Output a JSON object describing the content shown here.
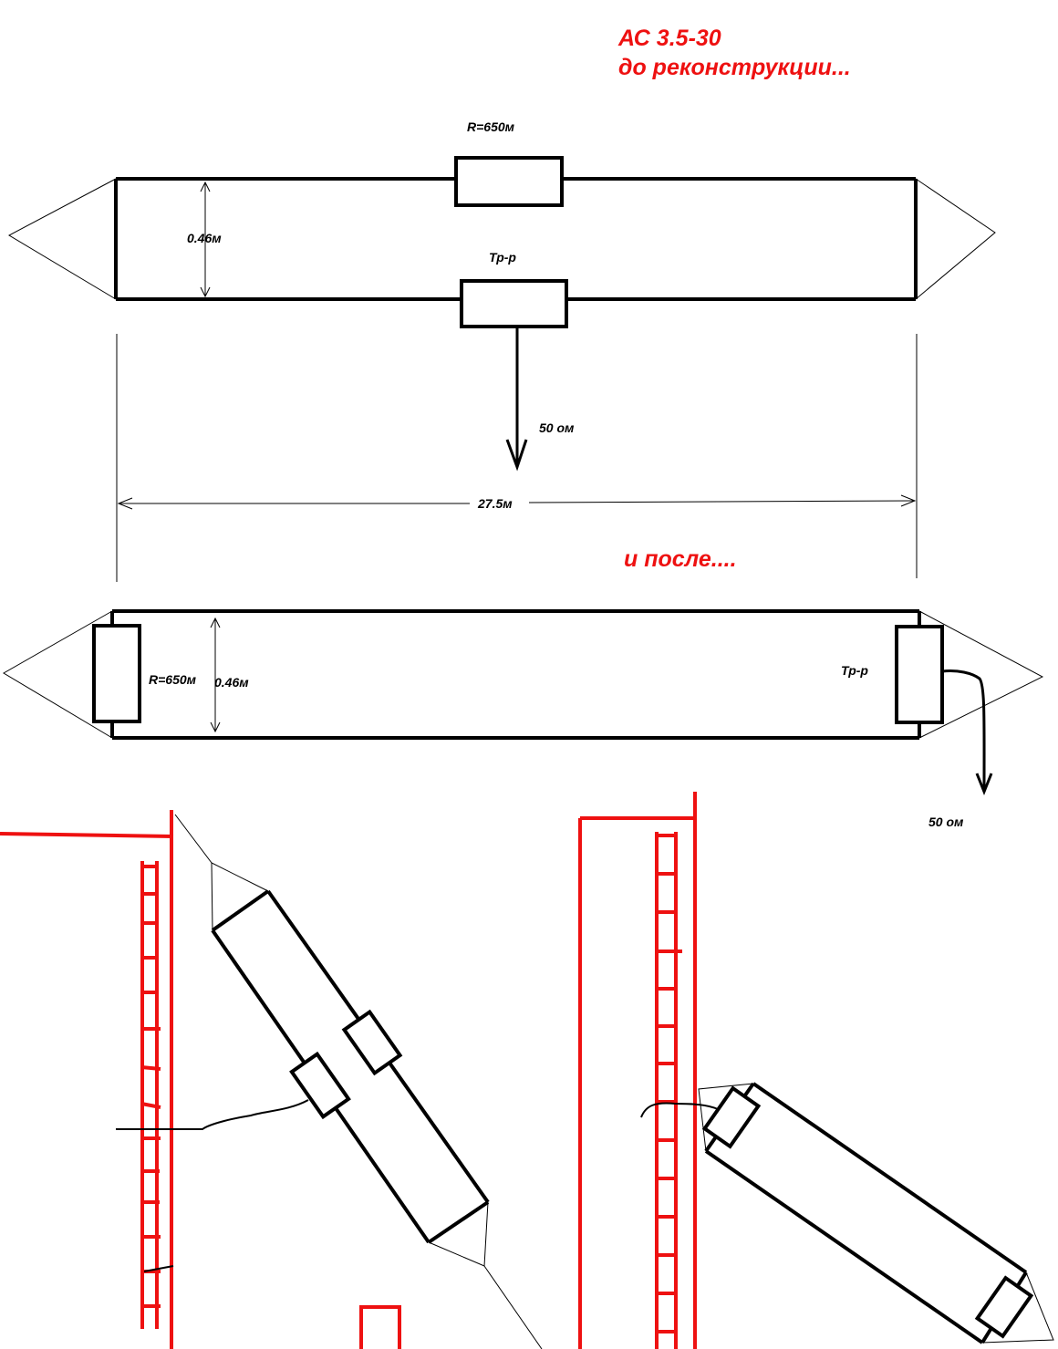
{
  "title": {
    "line1": "АС 3.5-30",
    "line2": "до реконструкции..."
  },
  "before": {
    "resistor_label": "R=650м",
    "transformer_label": "Тр-р",
    "width_label": "0.46м",
    "output_label": "50 ом"
  },
  "dimension": {
    "length_label": "27.5м"
  },
  "after": {
    "heading": "и после....",
    "resistor_label": "R=650м",
    "width_label": "0.46м",
    "transformer_label": "Тр-р",
    "output_label": "50 ом"
  },
  "colors": {
    "ink": "#000000",
    "accent": "#ee1111"
  }
}
